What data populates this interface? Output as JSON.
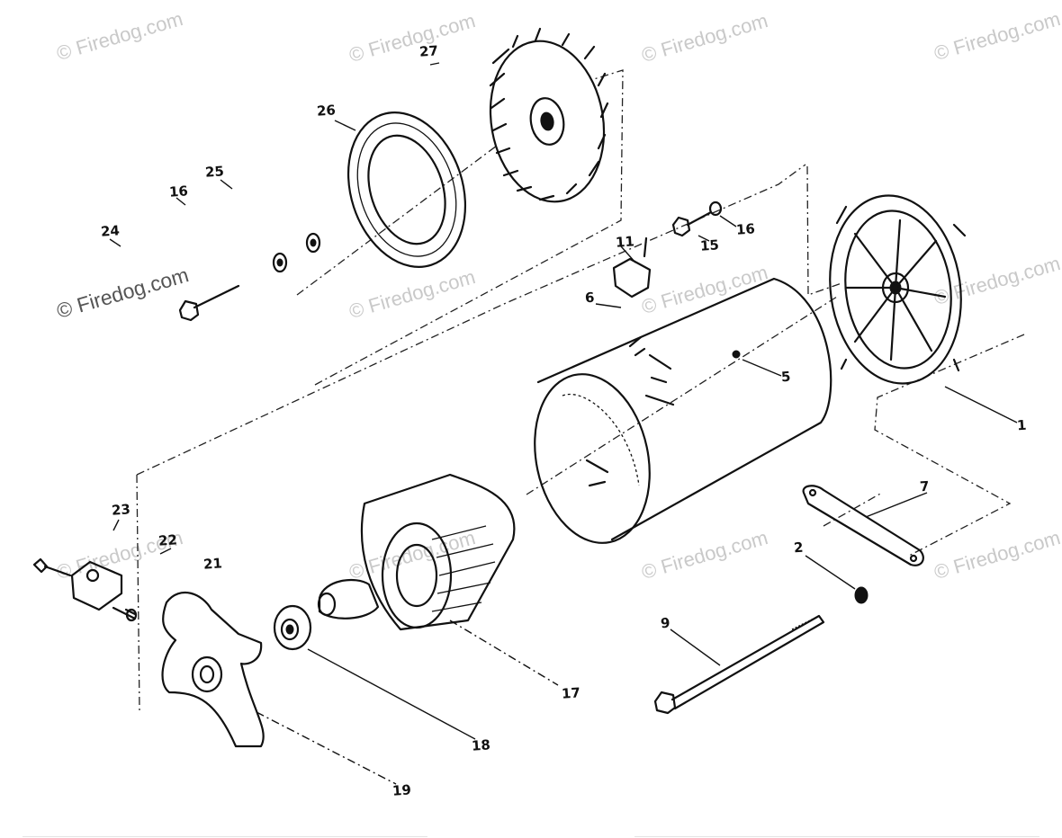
{
  "watermark": "© Firedog.com",
  "labels": {
    "p1": "1",
    "p2": "2",
    "p5": "5",
    "p6": "6",
    "p7": "7",
    "p9": "9",
    "p11": "11",
    "p15": "15",
    "p16a": "16",
    "p16b": "16",
    "p17": "17",
    "p18": "18",
    "p19": "19",
    "p21": "21",
    "p22": "22",
    "p23": "23",
    "p24": "24",
    "p25": "25",
    "p26": "26",
    "p27": "27"
  }
}
